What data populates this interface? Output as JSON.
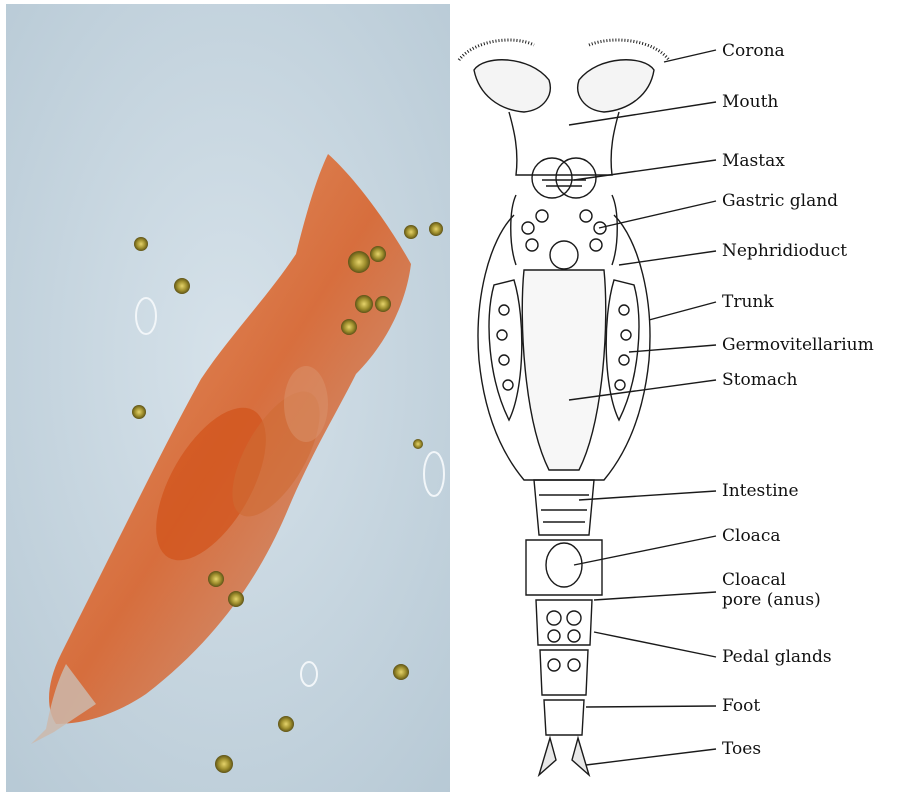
{
  "labels": [
    {
      "id": "corona",
      "text": "Corona"
    },
    {
      "id": "mouth",
      "text": "Mouth"
    },
    {
      "id": "mastax",
      "text": "Mastax"
    },
    {
      "id": "gastric-gland",
      "text": "Gastric gland"
    },
    {
      "id": "nephridioduct",
      "text": "Nephridioduct"
    },
    {
      "id": "trunk",
      "text": "Trunk"
    },
    {
      "id": "germovitellarium",
      "text": "Germovitellarium"
    },
    {
      "id": "stomach",
      "text": "Stomach"
    },
    {
      "id": "intestine",
      "text": "Intestine"
    },
    {
      "id": "cloaca",
      "text": "Cloaca"
    },
    {
      "id": "cloacal-pore",
      "text": "Cloacal\npore (anus)"
    },
    {
      "id": "pedal-glands",
      "text": "Pedal glands"
    },
    {
      "id": "foot",
      "text": "Foot"
    },
    {
      "id": "toes",
      "text": "Toes"
    }
  ],
  "colors": {
    "photo_background": "#c9d8e2",
    "rotifer_body": "#d9703a",
    "algae_cell": "#b3a23a",
    "line_ink": "#1a1a1a"
  }
}
